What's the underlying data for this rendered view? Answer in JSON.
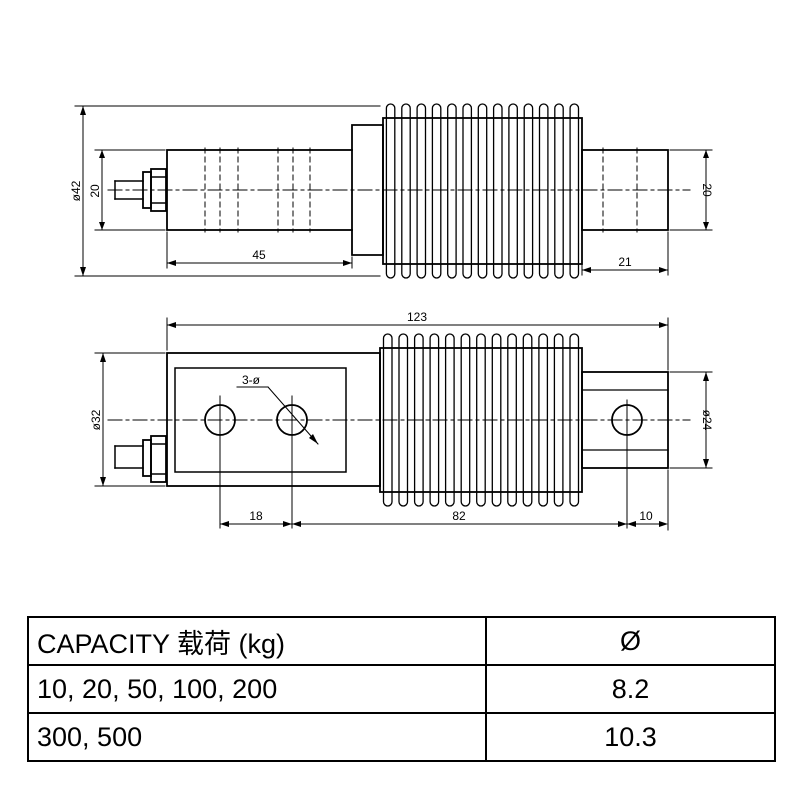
{
  "top_view": {
    "dims": {
      "left_height": "ø42",
      "left_shaft": "20",
      "right_shaft": "20",
      "left_length": "45",
      "right_length": "21"
    }
  },
  "side_view": {
    "dims": {
      "total_length": "123",
      "hole_note": "3-ø",
      "left_height": "ø32",
      "right_height": "ø24",
      "hole_spacing": "18",
      "bellows_span": "82",
      "end_offset": "10"
    }
  },
  "spec_table": {
    "header": {
      "capacity": "CAPACITY 载荷  (kg)",
      "diameter": "Ø"
    },
    "rows": [
      {
        "capacity": "10, 20, 50, 100, 200",
        "diameter": "8.2"
      },
      {
        "capacity": "300, 500",
        "diameter": "10.3"
      }
    ]
  }
}
